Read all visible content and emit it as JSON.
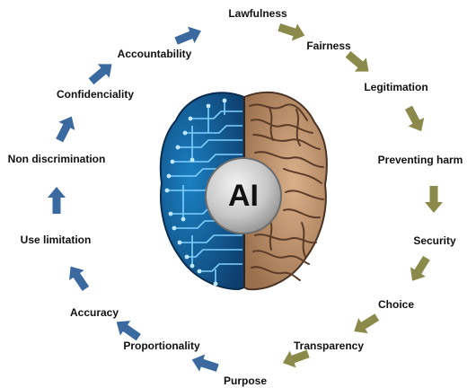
{
  "center": {
    "label": "AI"
  },
  "colors": {
    "blue_arrow": "#3a6aa0",
    "olive_arrow": "#8b8a4a",
    "digital_brain": "#1a78b8",
    "organic_brain": "#c09470"
  },
  "principles": [
    {
      "label": "Lawfulness"
    },
    {
      "label": "Fairness"
    },
    {
      "label": "Legitimation"
    },
    {
      "label": "Preventing harm"
    },
    {
      "label": "Security"
    },
    {
      "label": "Choice"
    },
    {
      "label": "Transparency"
    },
    {
      "label": "Purpose"
    },
    {
      "label": "Proportionality"
    },
    {
      "label": "Accuracy"
    },
    {
      "label": "Use limitation"
    },
    {
      "label": "Non discrimination"
    },
    {
      "label": "Confidenciality"
    },
    {
      "label": "Accountability"
    }
  ],
  "arrows": [
    {
      "from": "Lawfulness",
      "to": "Fairness",
      "color": "#8b8a4a"
    },
    {
      "from": "Fairness",
      "to": "Legitimation",
      "color": "#8b8a4a"
    },
    {
      "from": "Legitimation",
      "to": "Preventing harm",
      "color": "#8b8a4a"
    },
    {
      "from": "Preventing harm",
      "to": "Security",
      "color": "#8b8a4a"
    },
    {
      "from": "Security",
      "to": "Choice",
      "color": "#8b8a4a"
    },
    {
      "from": "Choice",
      "to": "Transparency",
      "color": "#8b8a4a"
    },
    {
      "from": "Transparency",
      "to": "Purpose",
      "color": "#8b8a4a"
    },
    {
      "from": "Purpose",
      "to": "Proportionality",
      "color": "#3a6aa0"
    },
    {
      "from": "Proportionality",
      "to": "Accuracy",
      "color": "#3a6aa0"
    },
    {
      "from": "Accuracy",
      "to": "Use limitation",
      "color": "#3a6aa0"
    },
    {
      "from": "Use limitation",
      "to": "Non discrimination",
      "color": "#3a6aa0"
    },
    {
      "from": "Non discrimination",
      "to": "Confidenciality",
      "color": "#3a6aa0"
    },
    {
      "from": "Confidenciality",
      "to": "Accountability",
      "color": "#3a6aa0"
    },
    {
      "from": "Accountability",
      "to": "Lawfulness",
      "color": "#3a6aa0"
    }
  ]
}
